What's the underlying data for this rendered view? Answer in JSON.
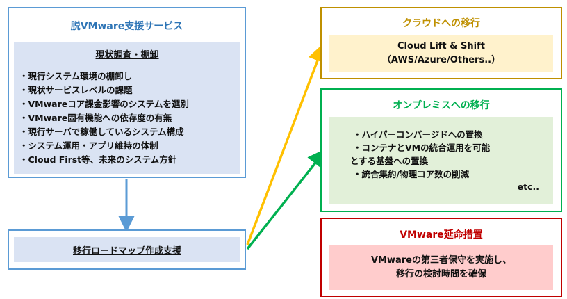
{
  "main": {
    "title": "脱VMware支援サービス",
    "subtitle": "現状調査・棚卸",
    "items": [
      "・現行システム環境の棚卸し",
      "・現状サービスレベルの課題",
      "・VMwareコア課金影響のシステムを選別",
      "・VMware固有機能への依存度の有無",
      "・現行サーバで稼働しているシステム構成",
      "・システム運用・アプリ維持の体制",
      "・Cloud First等、未来のシステム方針"
    ]
  },
  "roadmap": {
    "label": "移行ロードマップ作成支援"
  },
  "cloud": {
    "title": "クラウドへの移行",
    "lines": [
      "Cloud Lift & Shift",
      "（AWS/Azure/Others..）"
    ]
  },
  "onprem": {
    "title": "オンプレミスへの移行",
    "lines": [
      "・ハイパーコンバージドへの置換",
      "・コンテナとVMの統合運用を可能",
      "とする基盤への置換",
      "・統合集約/物理コア数の削減"
    ],
    "etc": "etc.."
  },
  "extension": {
    "title": "VMware延命措置",
    "lines": [
      "VMwareの第三者保守を実施し、",
      "移行の検討時間を確保"
    ]
  },
  "colors": {
    "blue": "#5b9bd5",
    "gold": "#bf9000",
    "green": "#00b050",
    "red": "#c00000"
  }
}
